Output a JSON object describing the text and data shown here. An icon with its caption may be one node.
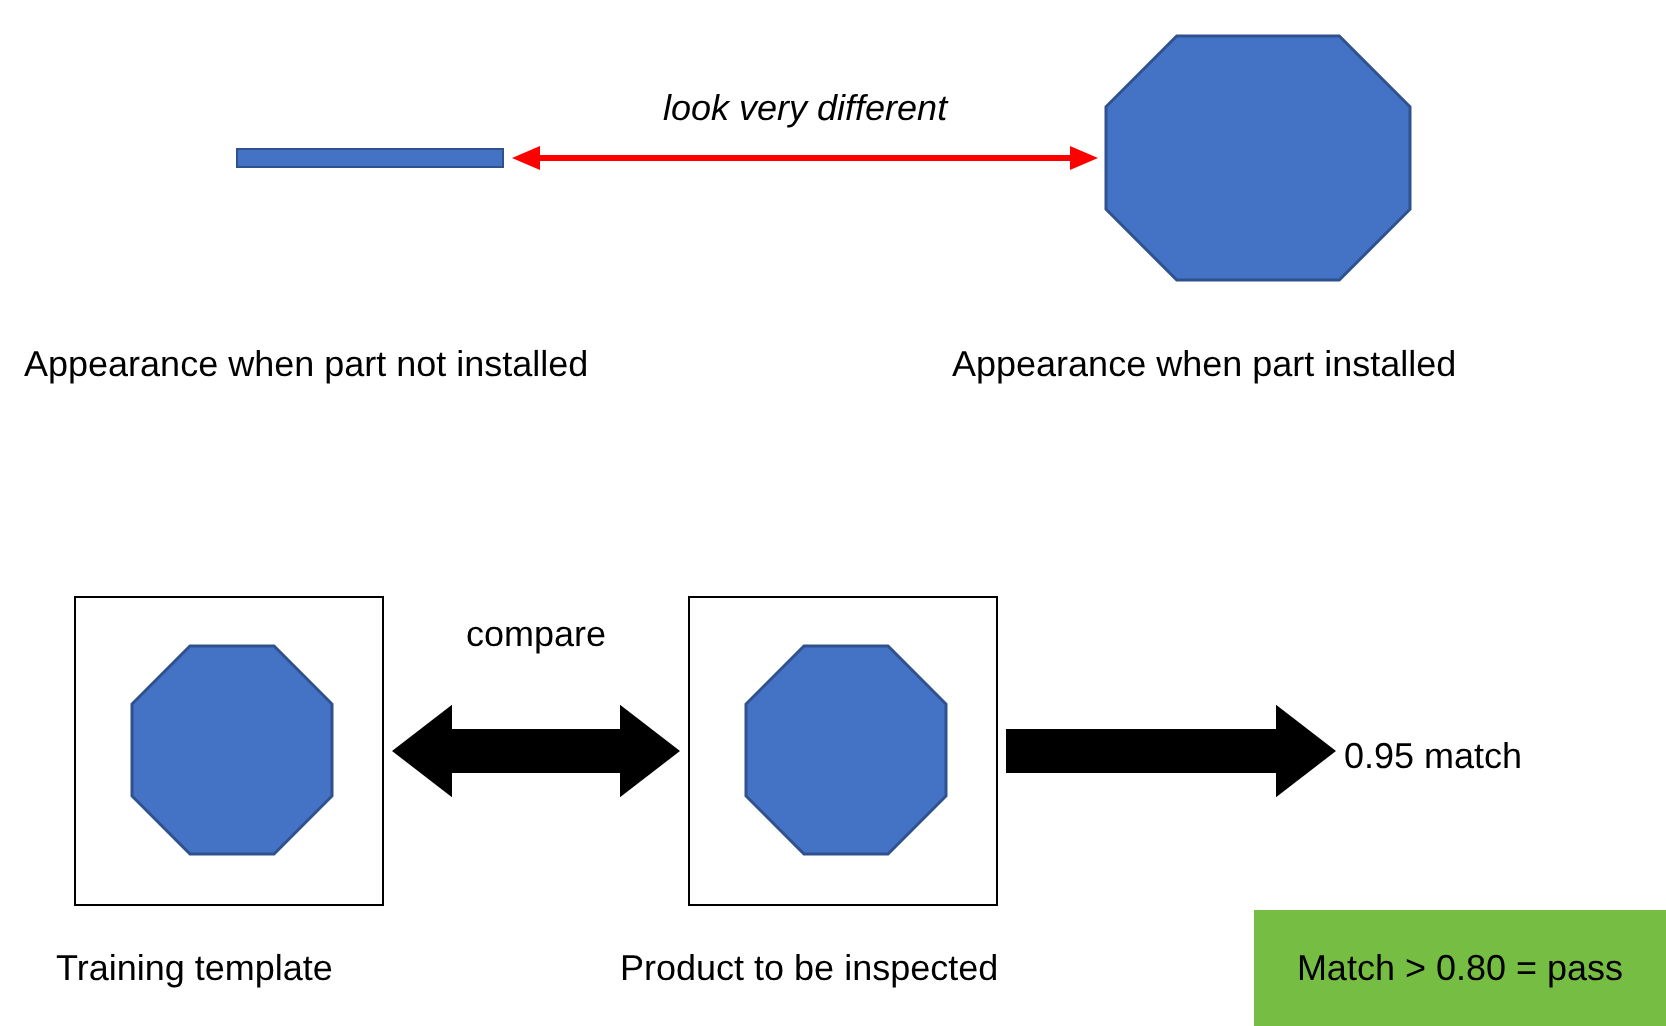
{
  "diagram": {
    "nodes": [
      {
        "text": [],
        "shape": "bar"
      },
      {
        "text": [],
        "shape": "octagon"
      },
      {
        "text": [],
        "shape": "box",
        "beside": [
          "Training template"
        ]
      },
      {
        "text": [],
        "shape": "octagon",
        "in": 2
      },
      {
        "text": [],
        "shape": "box",
        "beside": [
          "Product to be inspected"
        ]
      },
      {
        "text": [],
        "shape": "octagon",
        "in": 4
      },
      {
        "text": [
          "0.95 match"
        ]
      },
      {
        "text": [
          "Match > 0.80 = pass"
        ]
      }
    ],
    "edges": [
      {
        "from": 0,
        "to": 1,
        "arrow": "both",
        "label": "look very different",
        "color": "#ff0000"
      },
      {
        "from": 2,
        "to": 4,
        "arrow": "both",
        "label": "compare"
      },
      {
        "from": 4,
        "to": 6,
        "arrow": "to"
      }
    ],
    "labels": [
      "Appearance when part not installed",
      "Appearance when part installed"
    ]
  }
}
